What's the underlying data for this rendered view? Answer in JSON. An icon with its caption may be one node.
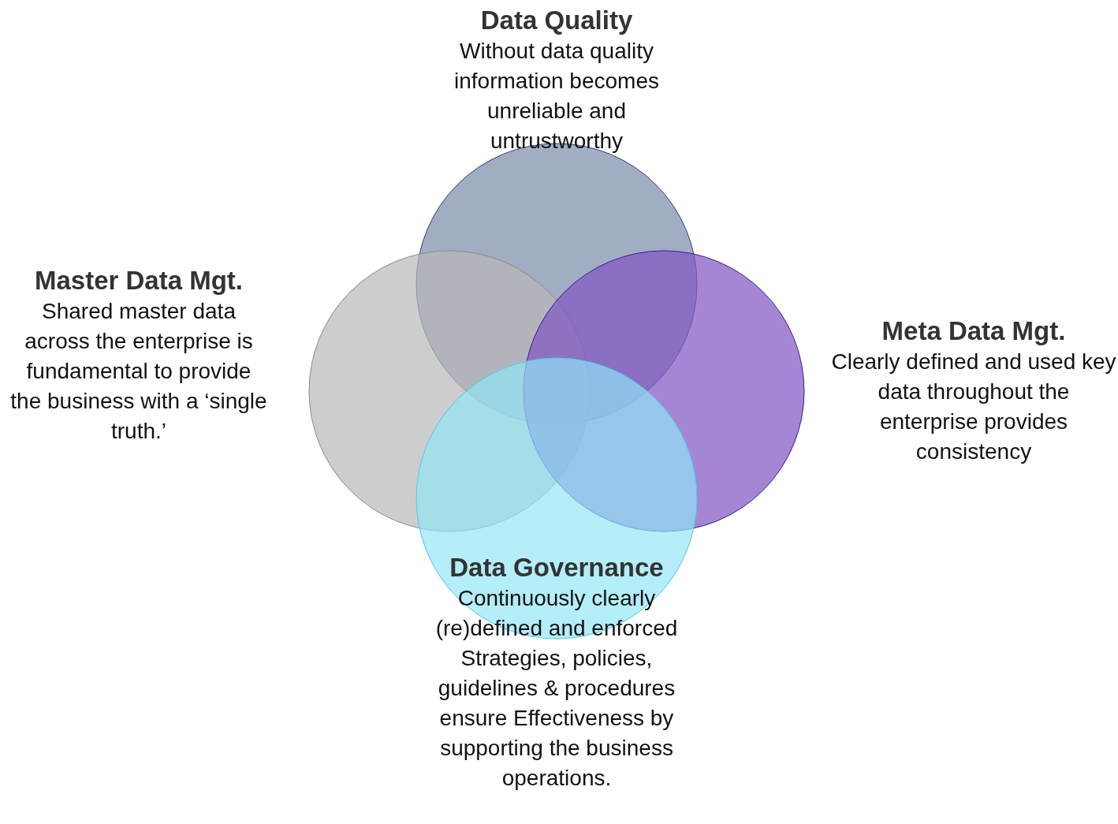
{
  "diagram": {
    "nodes": [
      {
        "text": [
          "Data Quality",
          "Without data quality information becomes unreliable and untrustworthy"
        ]
      },
      {
        "text": [
          "Master Data Mgt.",
          "Shared master data across the enterprise is fundamental to provide the business with a ‘single truth.’"
        ]
      },
      {
        "text": [
          "Meta Data Mgt.",
          "Clearly defined and used key data throughout the enterprise provides consistency"
        ]
      },
      {
        "text": [
          "Data Governance",
          "Continuously clearly (re)defined and enforced Strategies, policies, guidelines & procedures ensure Effectiveness by supporting the business operations."
        ]
      }
    ]
  }
}
